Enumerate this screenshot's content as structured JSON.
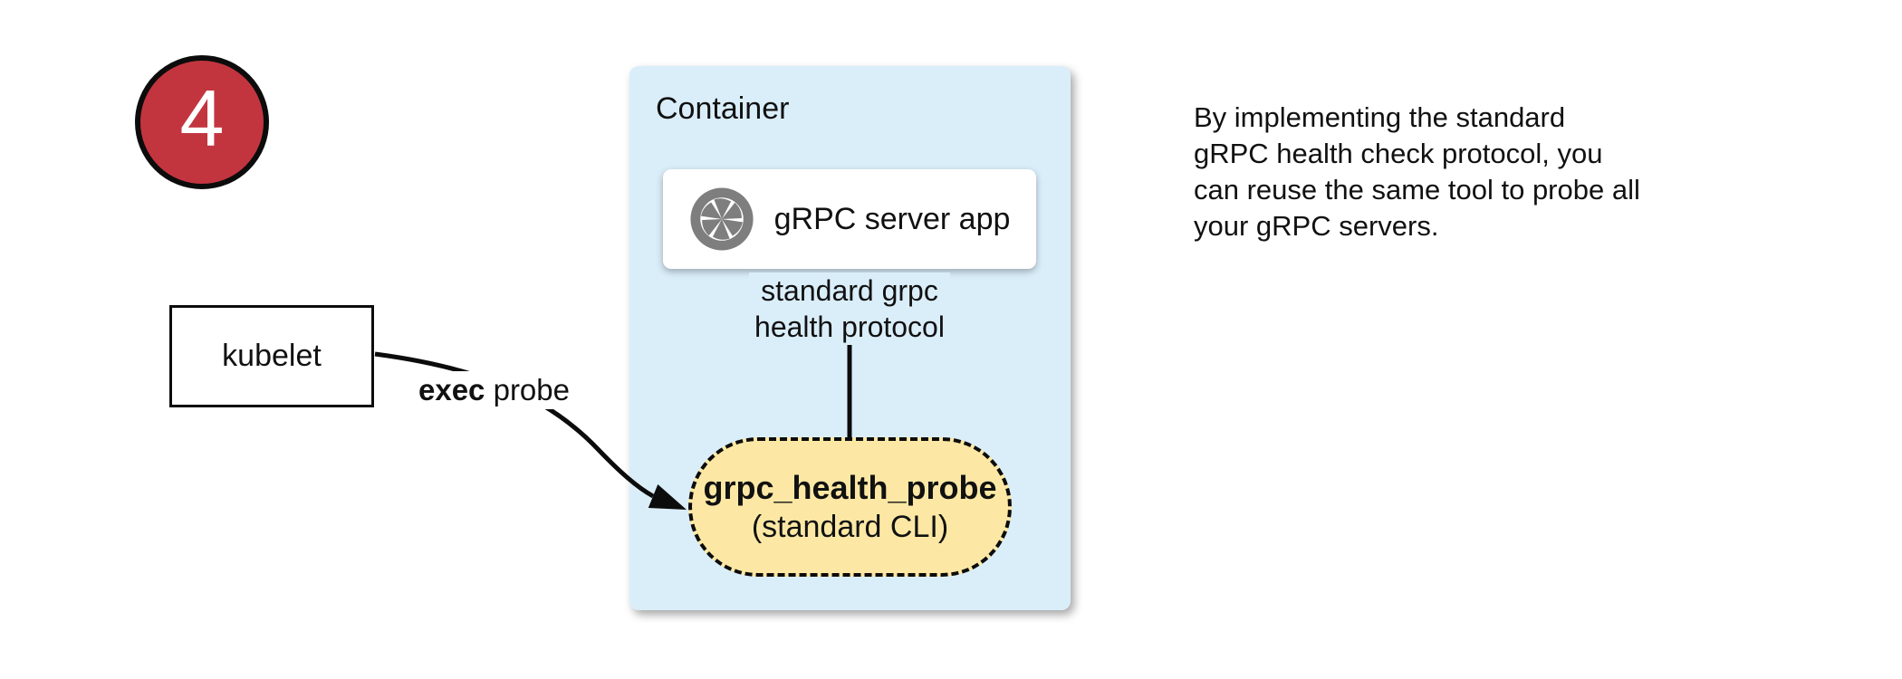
{
  "colors": {
    "badge_red": "#c2353f",
    "container_blue": "#daeefa",
    "probe_yellow": "#fce8a4",
    "icon_gray": "#7e7e7e",
    "line_black": "#0c0c0c"
  },
  "step_badge": {
    "number": "4"
  },
  "kubelet_box": {
    "label": "kubelet"
  },
  "container_box": {
    "title": "Container"
  },
  "server_app_box": {
    "label": "gRPC server app",
    "icon": "aperture-icon"
  },
  "probe_pill": {
    "title": "grpc_health_probe",
    "subtitle": "(standard CLI)"
  },
  "exec_probe_arrow": {
    "label_bold": "exec",
    "label_regular": " probe"
  },
  "health_protocol_arrow": {
    "label": "standard grpc\nhealth protocol"
  },
  "note": {
    "text": "By implementing the standard\ngRPC health check protocol, you\ncan reuse the same tool to probe all\nyour gRPC servers."
  }
}
